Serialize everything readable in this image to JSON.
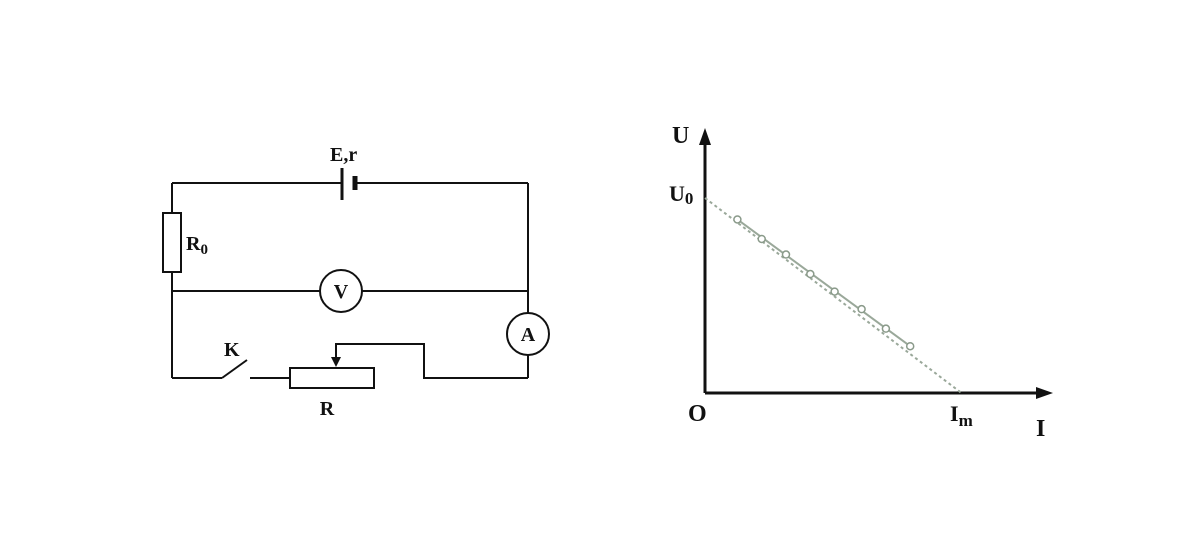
{
  "circuit": {
    "source_label": "E,r",
    "r0_main": "R",
    "r0_sub": "0",
    "voltmeter": "V",
    "ammeter": "A",
    "switch": "K",
    "rheostat": "R"
  },
  "graph": {
    "y_axis": "U",
    "x_axis": "I",
    "origin": "O",
    "y_intercept_main": "U",
    "y_intercept_sub": "0",
    "x_intercept_main": "I",
    "x_intercept_sub": "m",
    "line_color": "#9aa89a",
    "point_color": "#8a9a8a"
  },
  "chart_data": {
    "type": "scatter",
    "title": "",
    "xlabel": "I",
    "ylabel": "U",
    "xlim": [
      0,
      1
    ],
    "ylim": [
      0,
      1.1
    ],
    "points": [
      [
        0.12,
        0.89
      ],
      [
        0.21,
        0.79
      ],
      [
        0.3,
        0.71
      ],
      [
        0.39,
        0.61
      ],
      [
        0.48,
        0.52
      ],
      [
        0.58,
        0.43
      ],
      [
        0.67,
        0.33
      ],
      [
        0.76,
        0.24
      ]
    ],
    "fit_line": {
      "x": [
        0,
        0.95
      ],
      "y": [
        1.0,
        0
      ]
    },
    "annotations": [
      "U0",
      "Im",
      "O"
    ]
  }
}
